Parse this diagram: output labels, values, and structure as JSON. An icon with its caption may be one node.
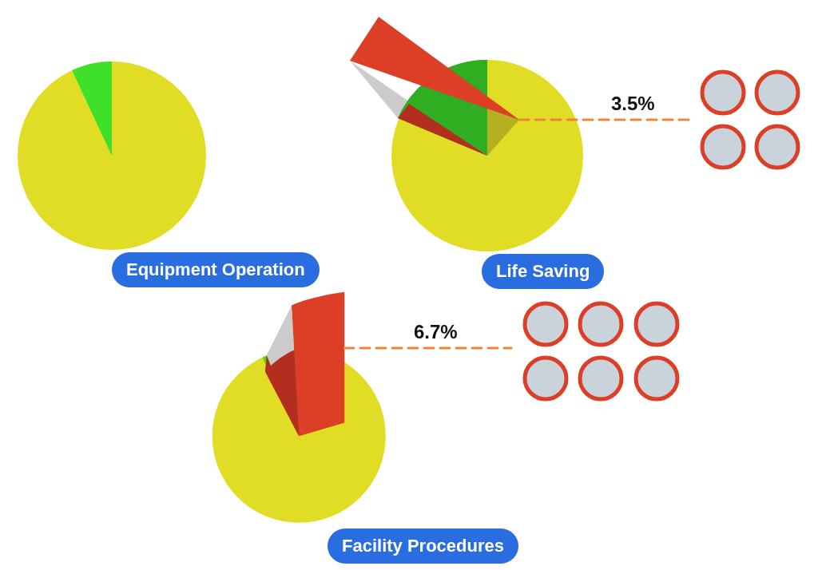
{
  "diagram": {
    "nodes": [
      {
        "text": [],
        "shape": "picture"
      },
      {
        "text": [
          "Equipment Operation"
        ]
      },
      {
        "text": [],
        "shape": "picture"
      },
      {
        "text": [
          "Life Saving"
        ]
      },
      {
        "text": [],
        "shape": "picture"
      },
      {
        "text": [
          "Facility Procedures"
        ]
      }
    ],
    "edges": [
      {
        "from": 2,
        "to": null,
        "arrow": "none",
        "style": "dashed",
        "label": "3.5%"
      },
      {
        "from": 4,
        "to": null,
        "arrow": "none",
        "style": "dashed",
        "label": "6.7%"
      }
    ]
  }
}
